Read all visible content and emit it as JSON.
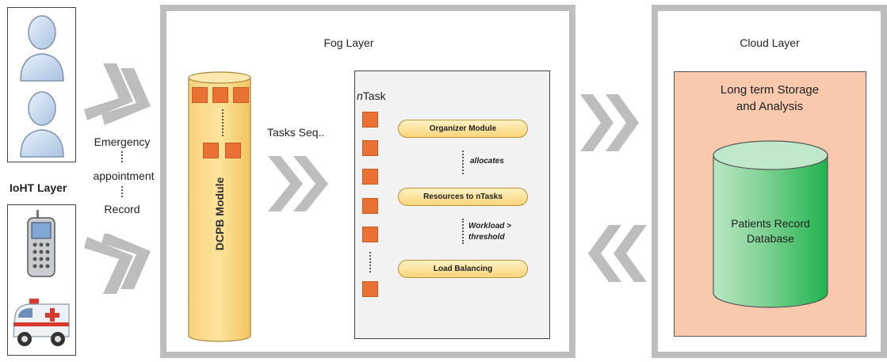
{
  "ioht": {
    "layer_label": "IoHT Layer",
    "msg_line1": "Emergency",
    "msg_line2": "appointment",
    "msg_line3": "Record"
  },
  "fog": {
    "title": "Fog Layer",
    "dcpb_label": "DCPB Module",
    "tasks_seq": "Tasks Seq..",
    "ntask_prefix": "n",
    "ntask_suffix": "Task",
    "organizer": "Organizer Module",
    "allocates": "allocates",
    "resources": "Resources to nTasks",
    "workload_line1": "Workload >",
    "workload_line2": "threshold",
    "load_balancing": "Load Balancing"
  },
  "cloud": {
    "title": "Cloud Layer",
    "storage_line1": "Long term Storage",
    "storage_line2": "and Analysis",
    "db_line1": "Patients Record",
    "db_line2": "Database"
  },
  "colors": {
    "task_square": "#ea7134",
    "module_fill": "#fad57a",
    "storage_fill": "#f8c9ac",
    "database_fill": "#2ec25a",
    "frame_gray": "#bdbdbd"
  }
}
